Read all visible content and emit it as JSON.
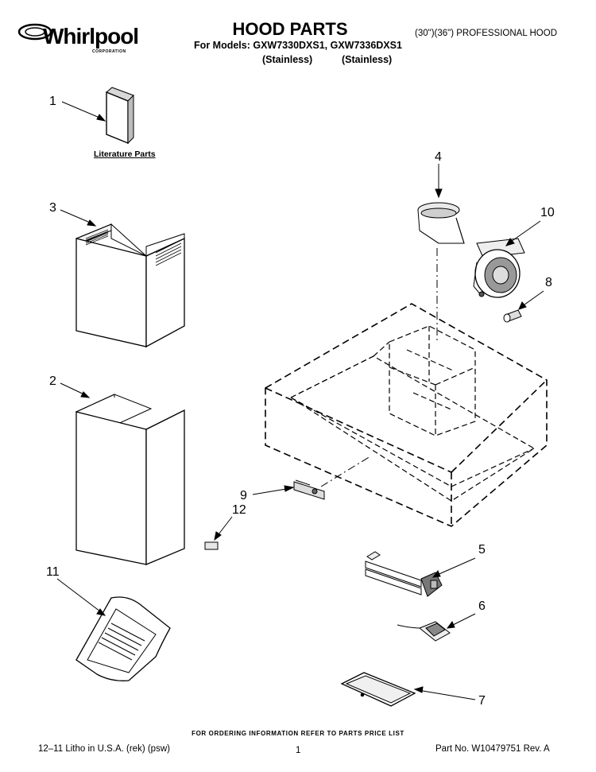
{
  "brand": {
    "name": "Whirlpool",
    "sub": "CORPORATION"
  },
  "header": {
    "title": "HOOD PARTS",
    "models_line": "For Models: GXW7330DXS1, GXW7336DXS1",
    "finish_1": "(Stainless)",
    "finish_2": "(Stainless)",
    "subtitle": "(30\")(36\") PROFESSIONAL HOOD"
  },
  "labels": {
    "literature_parts": "Literature Parts"
  },
  "callouts": [
    "1",
    "2",
    "3",
    "4",
    "5",
    "6",
    "7",
    "8",
    "9",
    "10",
    "11",
    "12"
  ],
  "footer": {
    "ordering": "FOR ORDERING INFORMATION REFER TO PARTS PRICE LIST",
    "litho": "12–11 Litho in U.S.A. (rek) (psw)",
    "page": "1",
    "part_no": "Part No. W10479751 Rev. A"
  }
}
